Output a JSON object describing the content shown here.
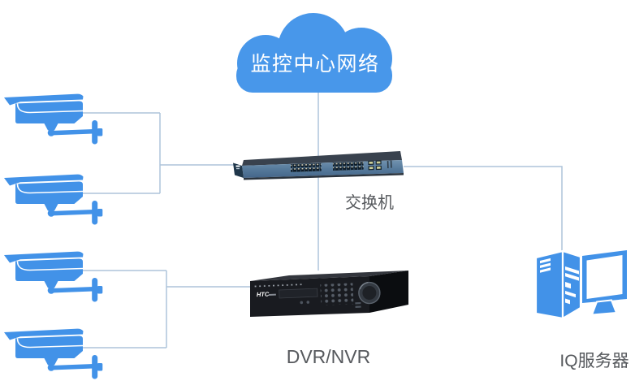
{
  "colors": {
    "background": "#ffffff",
    "device_blue": "#4292e8",
    "cloud_blue": "#4897ea",
    "connector_line": "#adc4da",
    "label_text": "#56595d",
    "cloud_text": "#ffffff",
    "switch_front": "#5d7f9e",
    "switch_top": "#39424e",
    "dvr_body": "#191b20"
  },
  "diagram": {
    "cloud": {
      "label": "监控中心网络"
    },
    "switch": {
      "label": "交换机"
    },
    "dvr": {
      "label": "DVR/NVR",
      "brand_text": "HTC"
    },
    "server": {
      "label": "IQ服务器"
    },
    "cameras": {
      "count": 4
    },
    "connections": [
      {
        "from": "cloud",
        "to": "switch"
      },
      {
        "from": "camera-1",
        "to": "switch"
      },
      {
        "from": "camera-2",
        "to": "switch"
      },
      {
        "from": "switch",
        "to": "dvr"
      },
      {
        "from": "switch",
        "to": "iq-server"
      },
      {
        "from": "camera-3",
        "to": "dvr"
      },
      {
        "from": "camera-4",
        "to": "dvr"
      }
    ]
  }
}
